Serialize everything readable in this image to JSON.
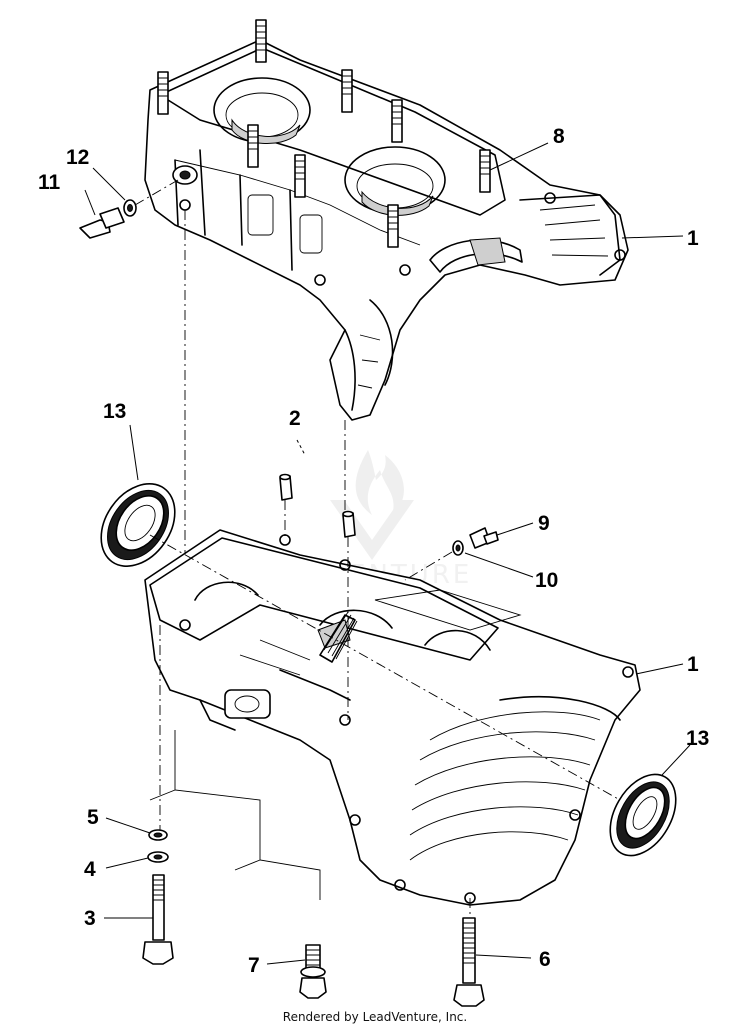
{
  "diagram": {
    "callouts": [
      {
        "id": "c1-top",
        "text": "1"
      },
      {
        "id": "c2",
        "text": "2"
      },
      {
        "id": "c3",
        "text": "3"
      },
      {
        "id": "c4",
        "text": "4"
      },
      {
        "id": "c5",
        "text": "5"
      },
      {
        "id": "c6",
        "text": "6"
      },
      {
        "id": "c7",
        "text": "7"
      },
      {
        "id": "c8",
        "text": "8"
      },
      {
        "id": "c9",
        "text": "9"
      },
      {
        "id": "c10",
        "text": "10"
      },
      {
        "id": "c11",
        "text": "11"
      },
      {
        "id": "c12",
        "text": "12"
      },
      {
        "id": "c13-top",
        "text": "13"
      },
      {
        "id": "c1-bottom",
        "text": "1"
      },
      {
        "id": "c13-right",
        "text": "13"
      }
    ],
    "watermark": "LEADVENTURE",
    "credit": "Rendered by LeadVenture, Inc."
  }
}
